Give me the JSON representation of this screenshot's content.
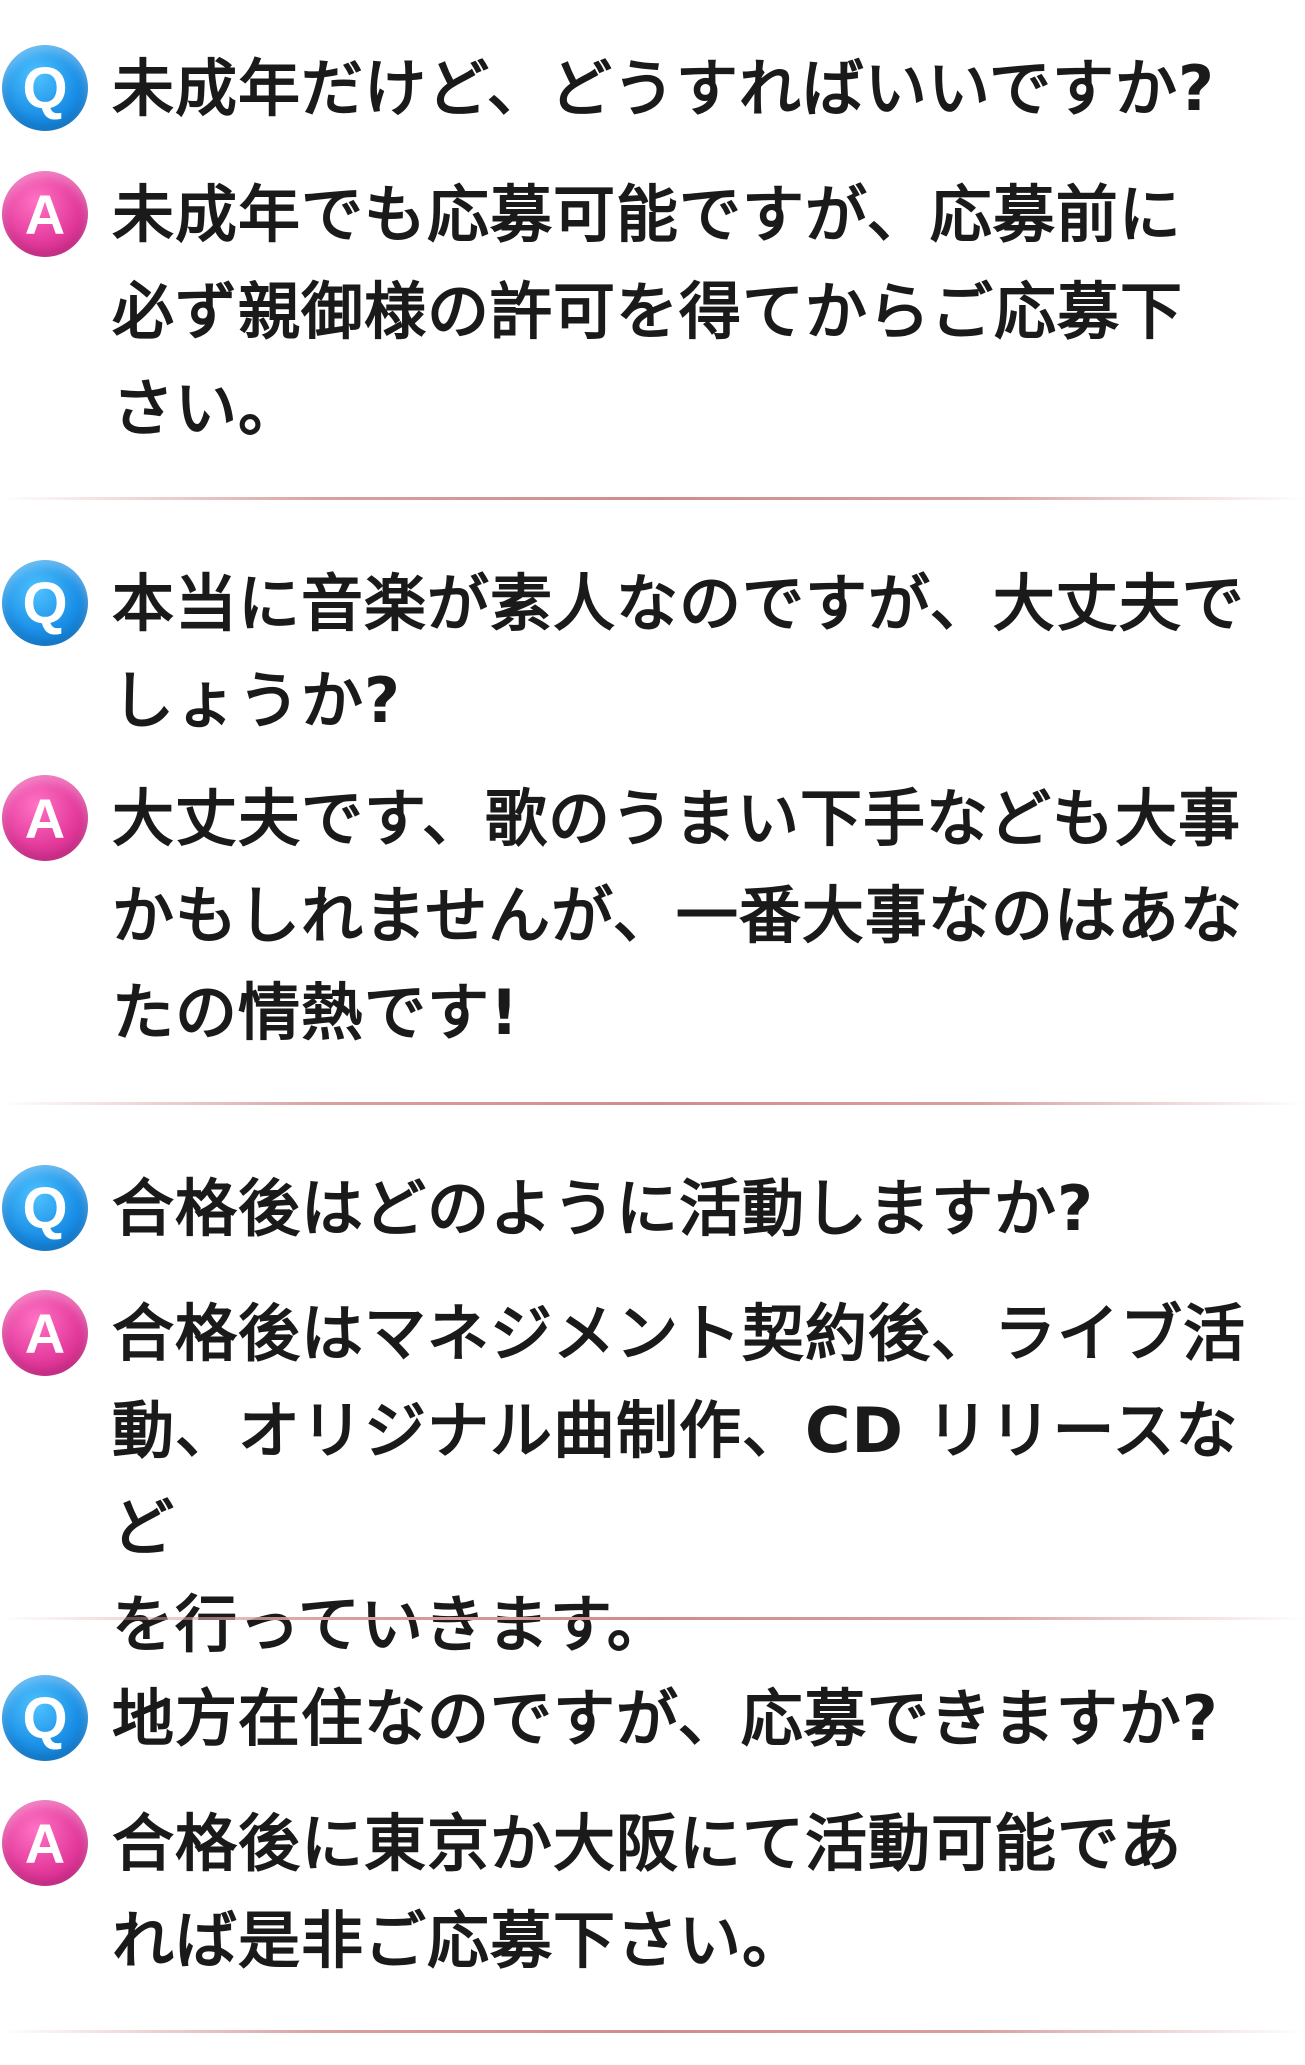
{
  "badges": {
    "question": "Q",
    "answer": "A"
  },
  "colors": {
    "question_badge": "#1a8fe6",
    "answer_badge": "#e33a9c",
    "divider": "#d08c8c",
    "text": "#1a1a1a"
  },
  "faq": [
    {
      "question": "未成年だけど、どうすればいいですか?",
      "answer": "未成年でも応募可能ですが、応募前に\n必ず親御様の許可を得てからご応募下\nさい。"
    },
    {
      "question": "本当に音楽が素人なのですが、大丈夫で\nしょうか?",
      "answer": "大丈夫です、歌のうまい下手なども大事\nかもしれませんが、一番大事なのはあな\nたの情熱です!"
    },
    {
      "question": "合格後はどのように活動しますか?",
      "answer": "合格後はマネジメント契約後、ライブ活\n動、オリジナル曲制作、CD リリースなど\nを行っていきます。"
    },
    {
      "question": "地方在住なのですが、応募できますか?",
      "answer": "合格後に東京か大阪にて活動可能であ\nれば是非ご応募下さい。"
    }
  ]
}
